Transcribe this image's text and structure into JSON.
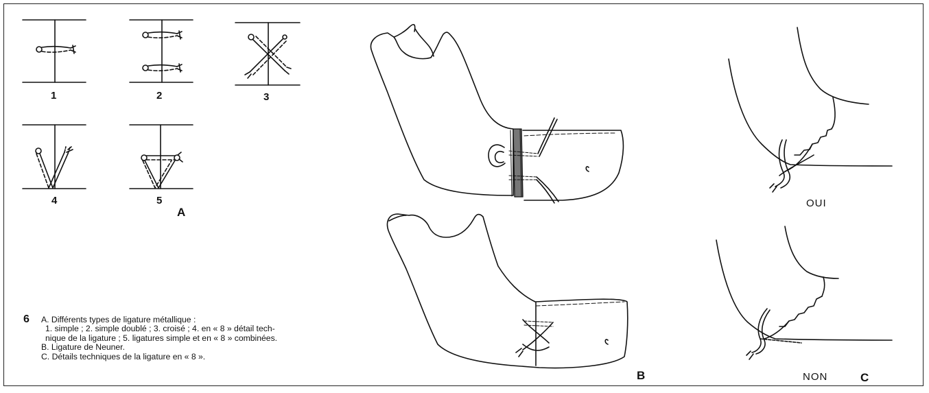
{
  "figure_number": "6",
  "diagram_labels": [
    "1",
    "2",
    "3",
    "4",
    "5"
  ],
  "panel_labels": {
    "A": "A",
    "B": "B",
    "C": "C"
  },
  "panel_c": {
    "yes": "OUI",
    "no": "NON"
  },
  "caption": {
    "line_a": "A. Différents types de ligature métallique :",
    "line_a1": "1. simple ; 2. simple doublé ; 3. croisé ; 4. en « 8 » détail tech-",
    "line_a2": "nique de la ligature ; 5. ligatures simple et en « 8 » combinées.",
    "line_b": "B. Ligature de Neuner.",
    "line_c": "C. Détails techniques de la ligature en « 8 »."
  }
}
